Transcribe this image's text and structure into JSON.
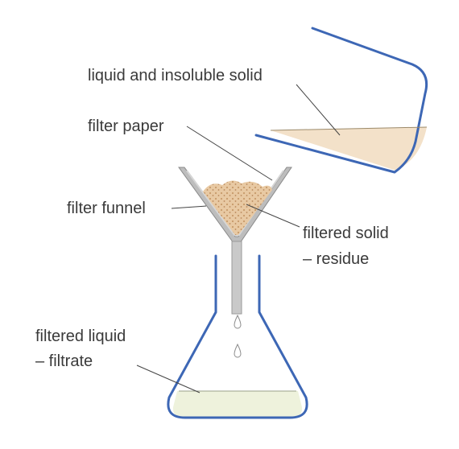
{
  "labels": {
    "mixture": "liquid and insoluble solid",
    "paper": "filter paper",
    "funnel": "filter funnel",
    "residue_line1": "filtered solid",
    "residue_line2": "– residue",
    "filtrate_line1": "filtered liquid",
    "filtrate_line2": "– filtrate"
  },
  "colors": {
    "glass": "#3d67b5",
    "funnel": "#9a9a9a",
    "solid": "#e8c9a3",
    "solid_dots": "#c79a6a",
    "liquid": "#f3e1c9",
    "filtrate": "#eef2dc",
    "leader": "#444444"
  }
}
